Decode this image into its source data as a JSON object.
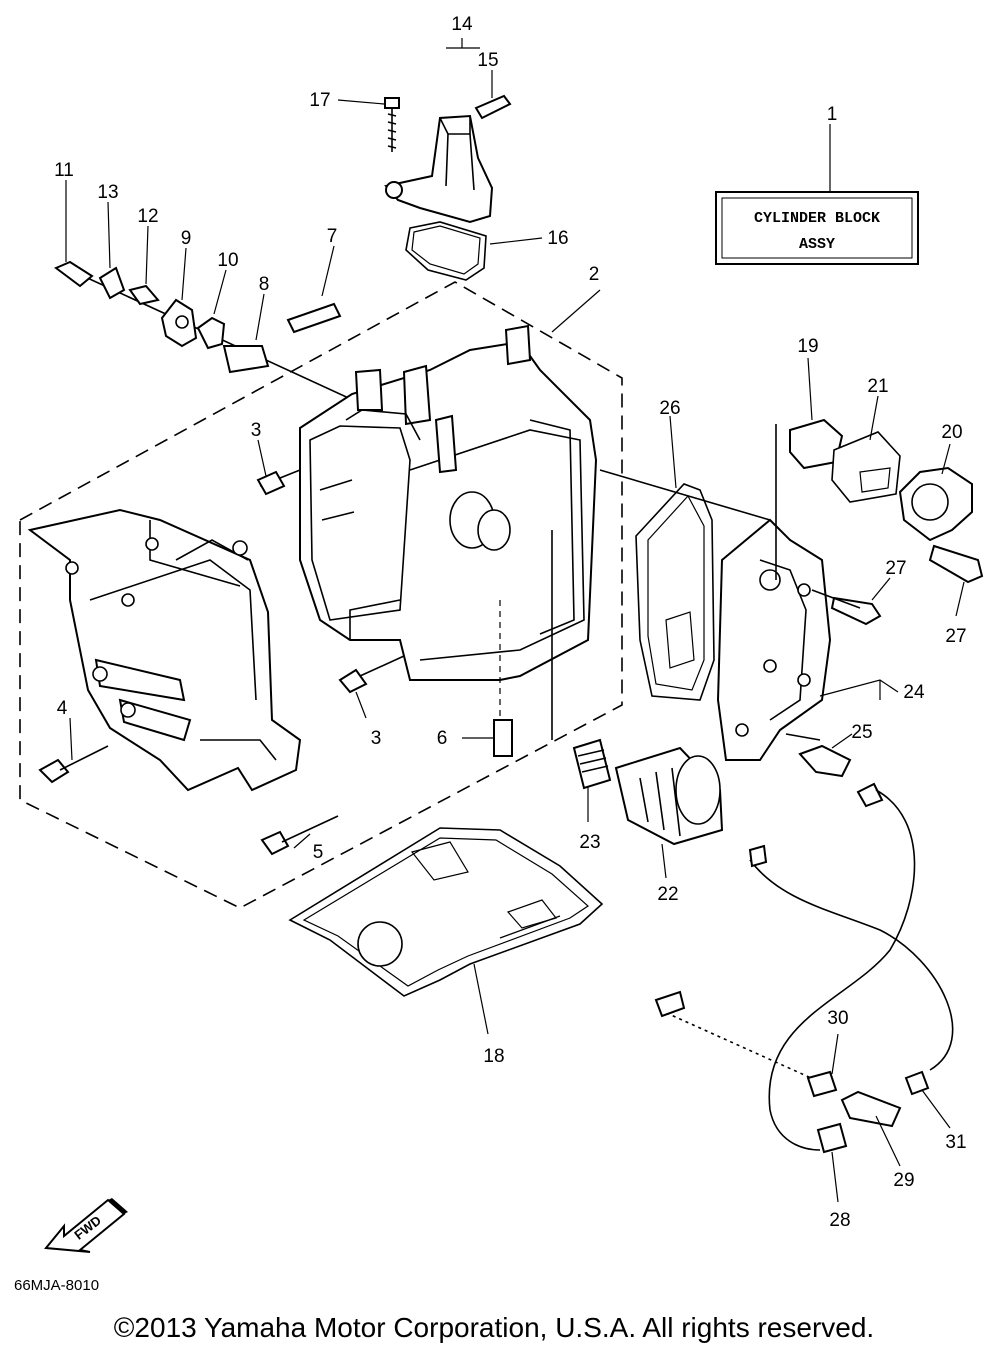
{
  "title_box": {
    "line1": "CYLINDER BLOCK",
    "line2": "ASSY"
  },
  "callouts": {
    "c1": "1",
    "c2": "2",
    "c3a": "3",
    "c3b": "3",
    "c4": "4",
    "c5": "5",
    "c6": "6",
    "c7": "7",
    "c8": "8",
    "c9": "9",
    "c10": "10",
    "c11": "11",
    "c12": "12",
    "c13": "13",
    "c14": "14",
    "c15": "15",
    "c16": "16",
    "c17": "17",
    "c18": "18",
    "c19": "19",
    "c20": "20",
    "c21": "21",
    "c22": "22",
    "c23": "23",
    "c24": "24",
    "c25": "25",
    "c26": "26",
    "c27a": "27",
    "c27b": "27",
    "c28": "28",
    "c29": "29",
    "c30": "30",
    "c31": "31"
  },
  "fwd_label": "FWD",
  "diagram_code": "66MJA-8010",
  "copyright": "©2013 Yamaha Motor Corporation, U.S.A. All rights reserved."
}
